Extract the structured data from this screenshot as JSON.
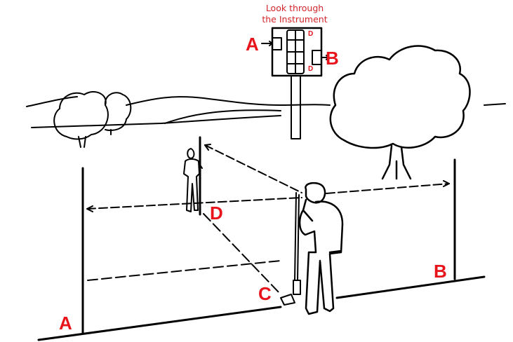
{
  "caption": {
    "line1": "Look through",
    "line2": "the Instrument"
  },
  "labels": {
    "inset_a": "A",
    "inset_b": "B",
    "inset_d_top": "D",
    "inset_d_bottom": "D",
    "pole_a": "A",
    "pole_b": "B",
    "point_c": "C",
    "pole_d": "D"
  },
  "colors": {
    "label": "#e8141b",
    "line": "#000000"
  }
}
